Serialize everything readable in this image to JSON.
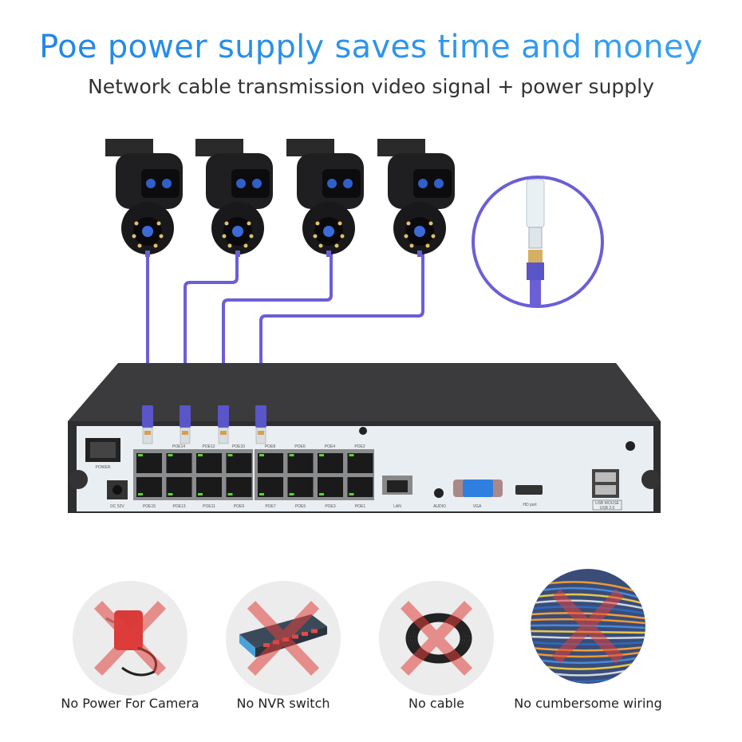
{
  "header": {
    "title": "Poe power supply saves time and money",
    "subtitle": "Network cable transmission video signal + power supply"
  },
  "colors": {
    "title_blue": "#2a8fe8",
    "cable_purple": "#6b5fd6",
    "cross_red": "#e0403a"
  },
  "cameras": [
    {
      "icon": "ptz-dual-lens-camera-icon"
    },
    {
      "icon": "ptz-dual-lens-camera-icon"
    },
    {
      "icon": "ptz-dual-lens-camera-icon"
    },
    {
      "icon": "ptz-dual-lens-camera-icon"
    }
  ],
  "nvr": {
    "power_label": "POWER",
    "dc_label": "DC 52V",
    "top_port_labels": [
      "POE14",
      "POE12",
      "POE10",
      "POE8",
      "POE6",
      "POE4",
      "POE2"
    ],
    "bottom_port_labels": [
      "POE15",
      "POE13",
      "POE11",
      "POE9",
      "POE7",
      "POE5",
      "POE3",
      "POE1"
    ],
    "lan_label": "LAN",
    "audio_label": "AUDIO",
    "vga_label": "VGA",
    "hdmi_label": "HD port",
    "usb_label_1": "USB MOUSE",
    "usb_label_2": "USB 2.0"
  },
  "features": [
    {
      "label": "No Power For Camera",
      "icon": "power-adapter-icon"
    },
    {
      "label": "No NVR switch",
      "icon": "network-switch-icon"
    },
    {
      "label": "No cable",
      "icon": "coax-cable-icon"
    },
    {
      "label": "No cumbersome wiring",
      "icon": "wiring-rack-icon"
    }
  ]
}
